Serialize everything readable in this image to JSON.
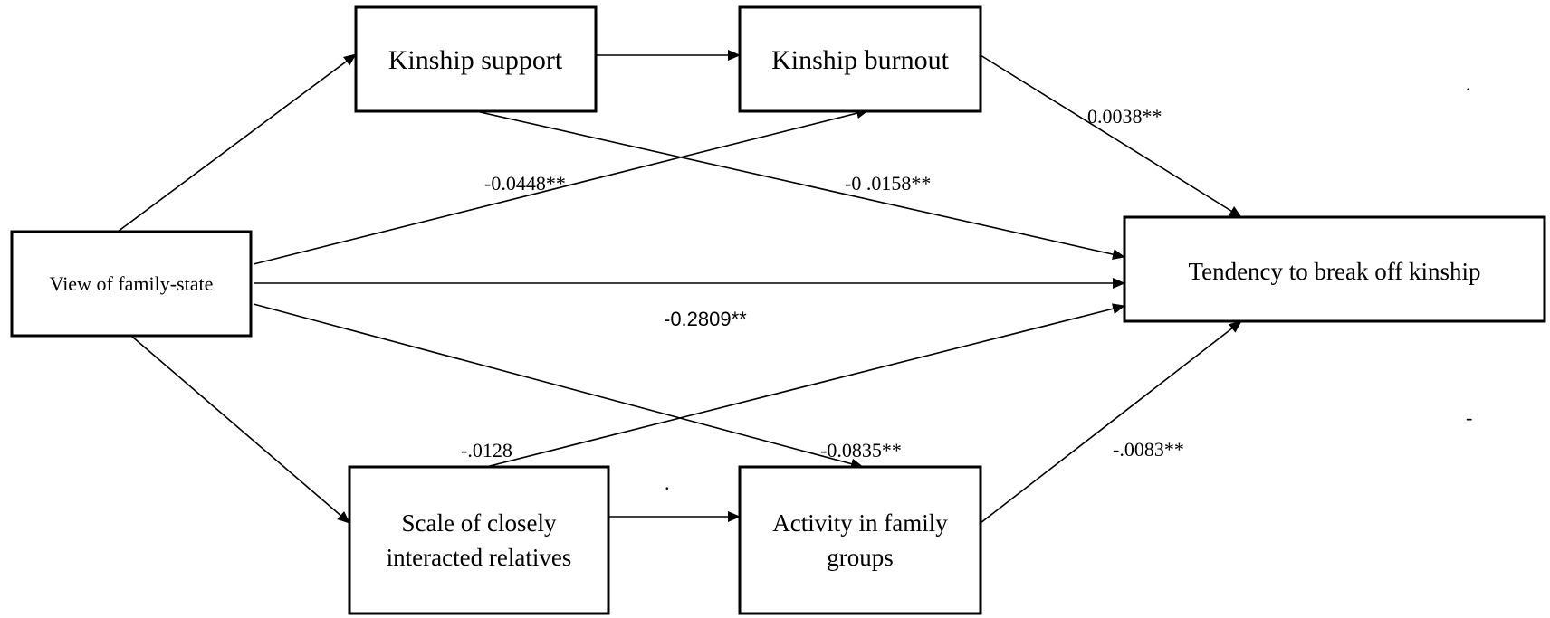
{
  "nodes": {
    "kinship_support": "Kinship support",
    "kinship_burnout": "Kinship burnout",
    "view_family_state": "View of family-state",
    "tendency": "Tendency to break off kinship",
    "scale_relatives": [
      "Scale of closely",
      "interacted relatives"
    ],
    "activity_groups": [
      "Activity in family",
      "groups"
    ]
  },
  "coefficients": {
    "burnout_to_tendency": "0.0038**",
    "support_to_tendency": "-0 .0158**",
    "view_to_burnout": "-0.0448**",
    "view_to_tendency": "-0.2809**",
    "scale_to_tendency": "-.0128",
    "view_to_activity": "-0.0835**",
    "activity_to_tendency": "-.0083**"
  },
  "stray_marks": {
    "top_right": ".",
    "middle_bottom": ".",
    "bottom_right": "-"
  }
}
